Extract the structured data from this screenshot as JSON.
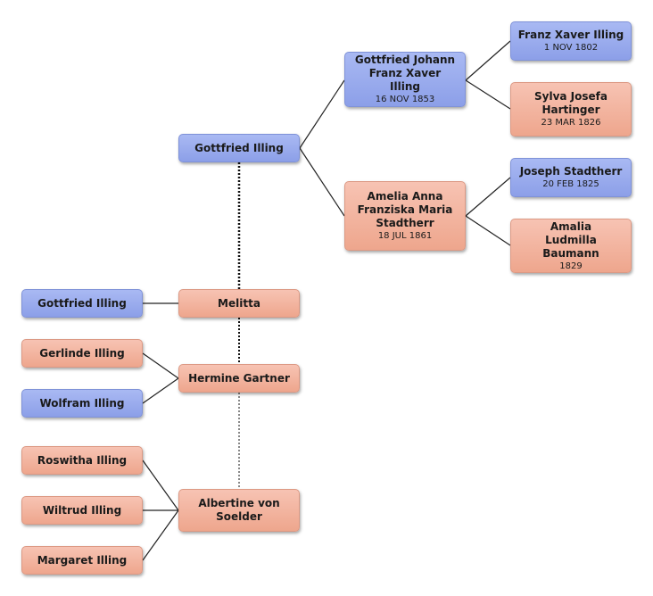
{
  "colors": {
    "male": "#8c9fe8",
    "female": "#eea68d",
    "line": "#222222"
  },
  "persons": {
    "gottfried_main": {
      "name": "Gottfried Illing"
    },
    "gottfried_johann": {
      "name": "Gottfried Johann Franz  Xaver Illing",
      "date": "16 NOV 1853"
    },
    "amelia": {
      "name": "Amelia Anna Franziska Maria Stadtherr",
      "date": "18 JUL 1861"
    },
    "franz_xaver": {
      "name": "Franz Xaver Illing",
      "date": "1 NOV 1802"
    },
    "sylva": {
      "name": "Sylva Josefa Hartinger",
      "date": "23 MAR 1826"
    },
    "joseph": {
      "name": "Joseph Stadtherr",
      "date": "20 FEB 1825"
    },
    "amalia": {
      "name": "Amalia Ludmilla Baumann",
      "date": "1829"
    },
    "melitta": {
      "name": "Melitta"
    },
    "gottfried_child": {
      "name": "Gottfried Illing"
    },
    "hermine": {
      "name": "Hermine Gartner"
    },
    "gerlinde": {
      "name": "Gerlinde Illing"
    },
    "wolfram": {
      "name": "Wolfram Illing"
    },
    "albertine": {
      "name": "Albertine von Soelder"
    },
    "roswitha": {
      "name": "Roswitha Illing"
    },
    "wiltrud": {
      "name": "Wiltrud Illing"
    },
    "margaret": {
      "name": "Margaret Illing"
    }
  }
}
